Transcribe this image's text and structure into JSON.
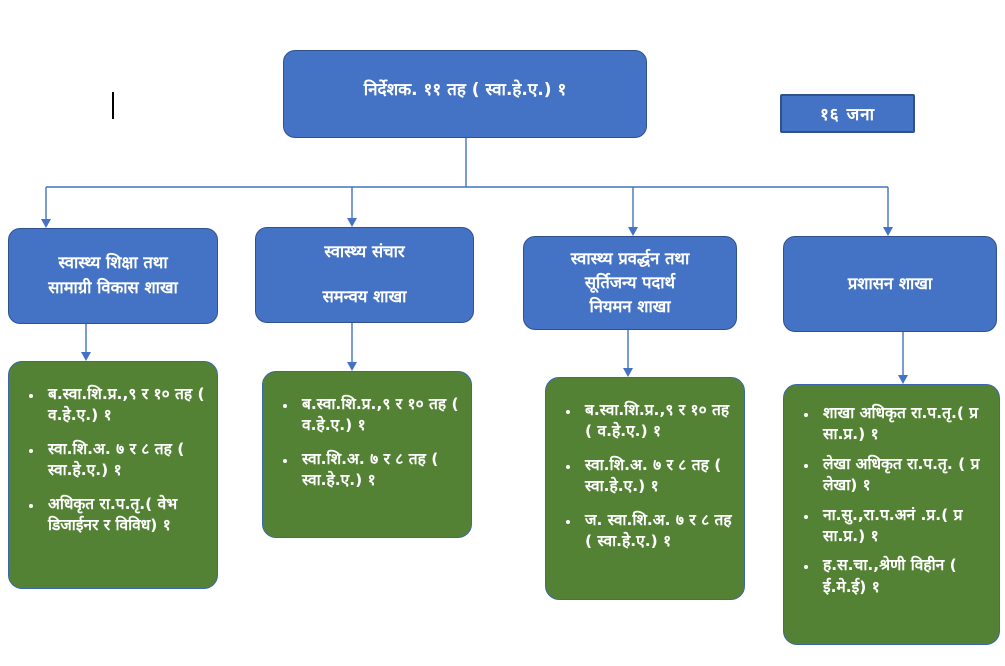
{
  "org_chart": {
    "root_label": "निर्देशक. ११ तह ( स्वा.हे.ए.) १",
    "headcount_label": "१६ जना",
    "branches": [
      {
        "title": "स्वास्थ्य शिक्षा तथा सामाग्री विकास शाखा",
        "title_lines": [
          "स्वास्थ्य शिक्षा तथा",
          "सामाग्री विकास शाखा"
        ],
        "items": [
          "ब.स्वा.शि.प्र.,९ र १० तह ( व.हे.ए.) १",
          "स्वा.शि.अ. ७ र ८ तह ( स्वा.हे.ए.) १",
          "अधिकृत रा.प.तृ.( वेभ डिजाईनर र विविध) १"
        ]
      },
      {
        "title": "स्वास्थ्य संचार समन्वय शाखा",
        "title_lines": [
          "स्वास्थ्य संचार",
          "समन्वय शाखा"
        ],
        "items": [
          "ब.स्वा.शि.प्र.,९ र १० तह ( व.हे.ए.) १",
          "स्वा.शि.अ. ७ र ८ तह ( स्वा.हे.ए.) १"
        ]
      },
      {
        "title": "स्वास्थ्य प्रवर्द्धन तथा सूर्तिजन्य पदार्थ नियमन शाखा",
        "title_lines": [
          "स्वास्थ्य प्रवर्द्धन तथा",
          "सूर्तिजन्य पदार्थ",
          "नियमन शाखा"
        ],
        "items": [
          "ब.स्वा.शि.प्र.,९ र १० तह ( व.हे.ए.) १",
          "स्वा.शि.अ. ७ र ८ तह ( स्वा.हे.ए.) १",
          "ज. स्वा.शि.अ. ७ र ८ तह ( स्वा.हे.ए.) १"
        ]
      },
      {
        "title": "प्रशासन शाखा",
        "title_lines": [
          "प्रशासन शाखा"
        ],
        "items": [
          "शाखा अधिकृत रा.प.तृ.( प्र सा.प्र.) १",
          "लेखा अधिकृत रा.प.तृ. ( प्र लेखा) १",
          "ना.सु.,रा.प.अनं .प्र.( प्र सा.प्र.) १",
          "ह.स.चा.,श्रेणी विहीन ( ई.मे.ई) १"
        ]
      }
    ],
    "colors": {
      "node_fill": "#4472C4",
      "node_border": "#2F528F",
      "detail_fill": "#548235",
      "detail_border": "#3B66AD",
      "connector": "#4472C4",
      "text": "#FFFFFF"
    }
  }
}
